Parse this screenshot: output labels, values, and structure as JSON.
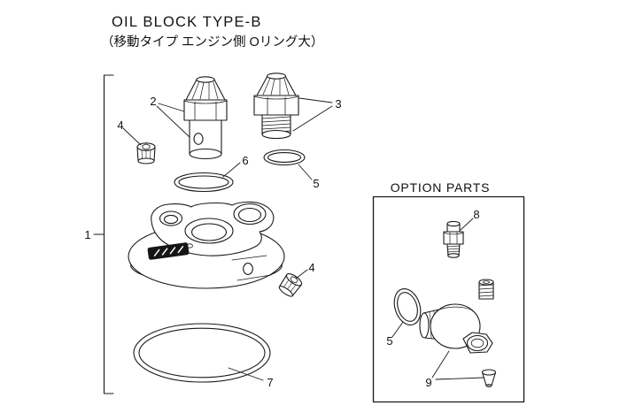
{
  "title": "OIL BLOCK TYPE-B",
  "subtitle": "（移動タイプ エンジン側 Oリング大）",
  "option_box": {
    "label": "OPTION PARTS"
  },
  "callouts": {
    "c1": "1",
    "c2": "2",
    "c3": "3",
    "c4a": "4",
    "c4b": "4",
    "c5": "5",
    "c6": "6",
    "c7": "7",
    "c8": "8",
    "c5b": "5",
    "c9": "9"
  },
  "colors": {
    "line": "#1a1a1a",
    "background": "#ffffff",
    "badge": "#151515"
  }
}
